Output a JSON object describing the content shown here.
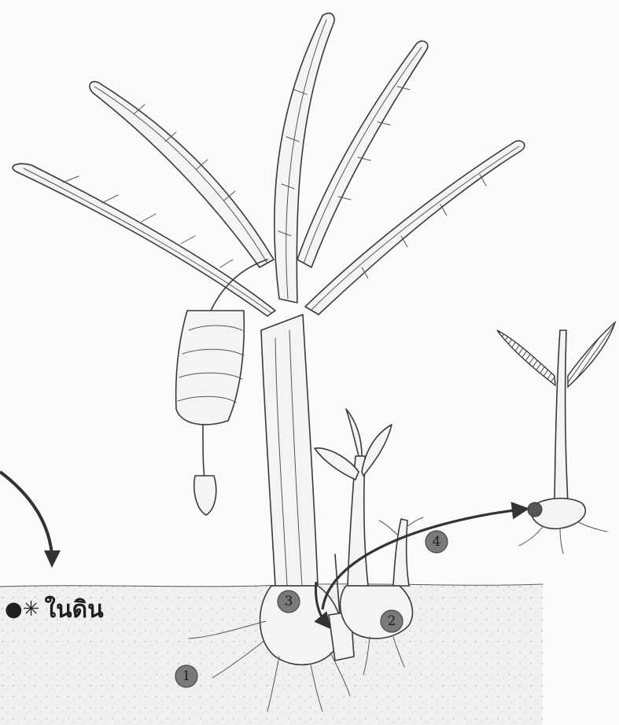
{
  "labels": {
    "soil_label": "ในดิน",
    "soil_icon": "bomb-icon"
  },
  "markers": [
    {
      "number": "1"
    },
    {
      "number": "2"
    },
    {
      "number": "3"
    },
    {
      "number": "4"
    }
  ]
}
